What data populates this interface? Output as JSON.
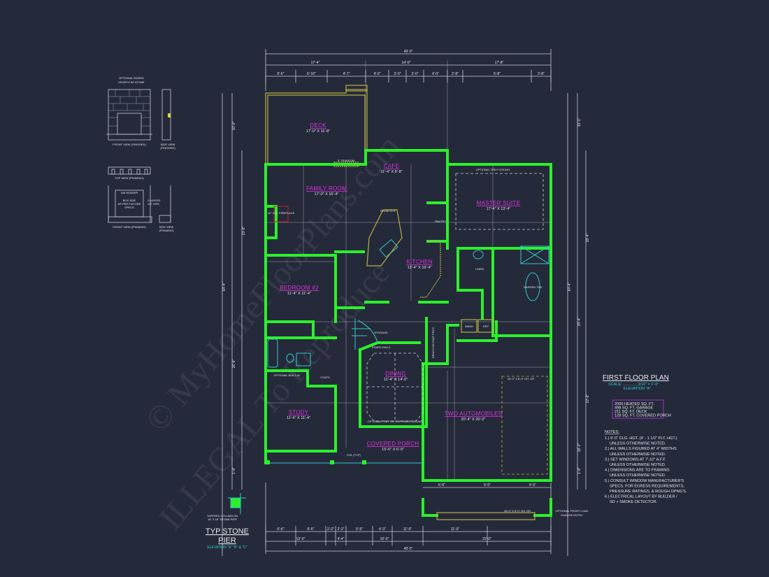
{
  "colors": {
    "background": "#252a3a",
    "walls": "#2cf02c",
    "room_labels": "#e030e0",
    "fixtures": "#30c8d0",
    "deck_trim": "#b8b040",
    "area_box": "#a030c0"
  },
  "watermark": [
    "© MyHomeFloorPlans.com",
    "ILLEGAL To Reproduce"
  ],
  "fireplace_detail": {
    "title_1": "OPTIONAL RAISED",
    "title_2": "HEARTH W/ STONE",
    "front_finished": "FRONT VIEW (FINISHED)",
    "side_finished_1": "SIDE VIEW",
    "side_finished_2": "(FINISHED)",
    "top_framing": "TOP VIEW (FRAMING)",
    "header": "2x6 HEADER",
    "box_1": "BOX SIZE",
    "box_2": "AS PER FIXTURE",
    "box_3": "SPECS",
    "layers_1": "2 LAYERS",
    "layers_2": "1/2\" DRS.",
    "front_framing": "FRONT VIEW (FRAMING)",
    "side_framing_1": "SIDE VIEW",
    "side_framing_2": "(FRAMING)"
  },
  "stone_pier": {
    "note_1": "TAPERED COLUMN ON",
    "note_2": "16\" X 16\" STONE PIER",
    "title_1": "TYP STONE",
    "title_2": "PIER",
    "elevation": "ELEVATION \"A\" \"B\" & \"C\""
  },
  "dimensions": {
    "top_overall": "49'-0\"",
    "top_mid": [
      "17'-4\"",
      "14'-0\"",
      "17'-8\""
    ],
    "top_detail": [
      "6'-5\"",
      "6'-10\"",
      "4'-7\"",
      "4'-0\"",
      "3'-0\"",
      "3'-0\"",
      "4'-0\"",
      "2'-8\"",
      "5'-8\"",
      "3'-8\""
    ],
    "bottom_detail": [
      "6'-6\"",
      "6'-6\"",
      "2'-2\"",
      "2'-2\"",
      "5'-9\"",
      "4'-3\"",
      "11'-0\"",
      "11'-0\""
    ],
    "bottom_mid": [
      "13'-0\"",
      "4'-4\"",
      "10'-0\"",
      "22'-0\""
    ],
    "bottom_overall": "49'-0\"",
    "garage_bottom": [
      "6'-6\"",
      "9'-0\"",
      "6'-6\""
    ],
    "left": [
      "10'-0\"",
      "23'-8\"",
      "64'-4\"",
      "26'-8\"",
      "1'-8\""
    ],
    "right": [
      "10'-0\"",
      "28'-4\"",
      "64'-4\"",
      "34'-4\"",
      "22'-8\"",
      "18'-2\"",
      "1'-8\""
    ]
  },
  "rooms": [
    {
      "name": "DECK",
      "size": "17'-0\" X 11'-8\""
    },
    {
      "name": "FAMILY ROOM",
      "size": "17'-0\" X 15'-4\""
    },
    {
      "name": "CAFE",
      "size": "11'-4\" X 8'-8\""
    },
    {
      "name": "MASTER SUITE",
      "size": "17'-4\" X 13'-4\""
    },
    {
      "name": "KITCHEN",
      "size": "13'-4\" X 16'-4\""
    },
    {
      "name": "BEDROOM #2",
      "size": "11'-4\" X 11'-4\""
    },
    {
      "name": "DINING",
      "size": "11'-4\" X 14'-0\""
    },
    {
      "name": "STUDY",
      "size": "11'-4\" X 11'-4\""
    },
    {
      "name": "TWO AUTOMOBILES",
      "size": "20'-4\" X 20'-0\""
    },
    {
      "name": "COVERED PORCH",
      "size": "15'-0\" X 6'-0\""
    }
  ],
  "labels": {
    "trey_master": "OPTIONAL TREY CEILING",
    "trey_dining": "OPTIONAL TREY OR COFFERED CEILING",
    "garage_door": "16'-0\" X 8'-0\" OH. DR",
    "garage_door_alt": "16'-0\" X 8'-0\" OH. DR",
    "storage": "STORAGE",
    "wash": "WASH",
    "dry": "DRY",
    "linen": "LINEN",
    "pantry": "PANTRY",
    "coats": "COATS",
    "built_in": "OPTIONAL BUILT-IN",
    "fireplace": "42\" O.H. FIREPLACE",
    "flush": "FLUSH O.H.",
    "garden_tub": "GARDEN TUB",
    "stair_rails": "STAIRS RAILS",
    "transom": "3' TRANSOM",
    "bench": "BENCH W/ COAT PEGS",
    "front_load_1": "OPTIONAL FRONT LOAD",
    "front_load_2": "GARAGE ENTRY",
    "column": "COL (TYP)"
  },
  "title_block": {
    "title": "FIRST FLOOR PLAN",
    "scale": "SCALE: ..............3/16\" = 1'-0\"",
    "elevation": "ELEVATION \"A\""
  },
  "areas": [
    "2000 HEATED SQ. FT.",
    "498 SQ. FT. GARAGE",
    "211 SQ. FT. DECK",
    "128 SQ. FT. COVERED PORCH"
  ],
  "notes": {
    "heading": "NOTES:",
    "lines": [
      "1.) 9'-0\" CLG. HGT. (9' - 1 1/2\" PLT. HGT.)",
      "UNLESS OTHERWISE NOTED.",
      "2.) ALL WALLS FIGURED AT 4\" WIDTHS",
      "UNLESS OTHERWISE NOTED.",
      "3.) SET WINDOWS AT 7'-10\" A.F.F.",
      "UNLESS OTHERWISE NOTED.",
      "4.) DIMENSIONS ARE TO FRAMING",
      "UNLESS OTHERWISE NOTED.",
      "5.) CONSULT WINDOW MANUFACTURER'S",
      "SPECS. FOR EGRESS REQUIREMENTS,",
      "PRESSURE RATINGS, & ROUGH OPNG'S.",
      "6.) ELECTRICAL LAYOUT BY BUILDER /",
      "SD + SMOKE DETECTOR."
    ]
  }
}
